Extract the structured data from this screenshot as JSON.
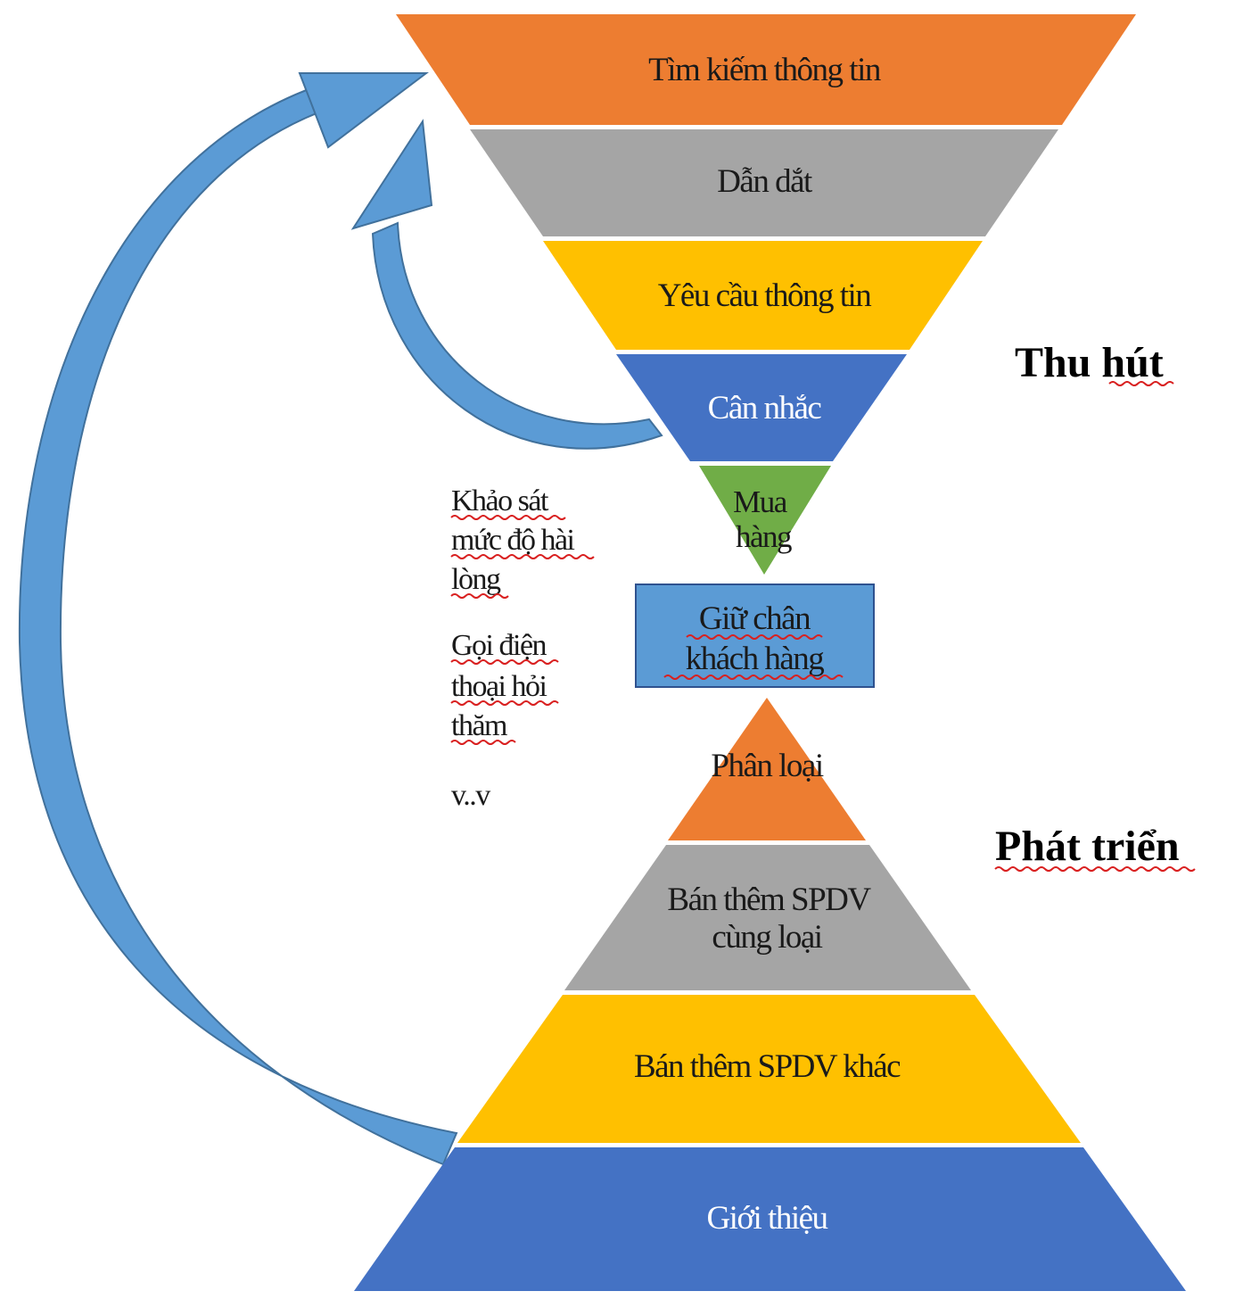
{
  "colors": {
    "orange": "#ED7D31",
    "gray": "#A5A5A5",
    "gold": "#FFC000",
    "blue": "#4472C4",
    "green": "#70AD47",
    "box_fill": "#5B9BD5",
    "arrow": "#5B9BD5"
  },
  "funnel": {
    "step1": "Tìm kiếm thông tin",
    "step2": "Dẫn dắt",
    "step3": "Yêu cầu thông tin",
    "step4": "Cân nhắc",
    "step5_line1": "Mua",
    "step5_line2": "hàng"
  },
  "retention_box": {
    "line1": "Giữ chân",
    "line2": "khách hàng"
  },
  "pyramid": {
    "step1": "Phân loại",
    "step2_line1": "Bán thêm SPDV",
    "step2_line2": "cùng loại",
    "step3": "Bán thêm SPDV khác",
    "step4": "Giới thiệu"
  },
  "side_notes": {
    "note1_line1": "Khảo sát",
    "note1_line2": "mức độ hài",
    "note1_line3": "lòng",
    "note2_line1": "Gọi điện",
    "note2_line2": "thoại hỏi",
    "note2_line3": "thăm",
    "note3": "v..v"
  },
  "headings": {
    "attract": "Thu hút",
    "develop": "Phát triển"
  }
}
